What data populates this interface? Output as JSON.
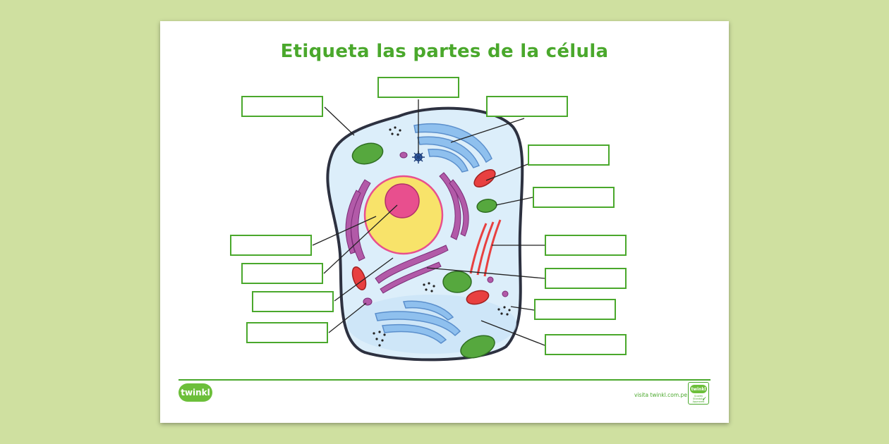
{
  "worksheet": {
    "title": "Etiqueta las partes de la célula",
    "footer": {
      "logo_text": "twinkl",
      "website": "visita twinkl.com.pe",
      "badge_logo_text": "twinkl",
      "badge_text": "Quality Standard Approved"
    }
  },
  "colors": {
    "accent_green": "#4aa82c",
    "background": "#cfe0a0",
    "cytoplasm": "#dceefa",
    "membrane": "#2d3140",
    "nucleus": "#f8e36a",
    "nucleolus": "#e84f8e",
    "golgi": "#b25aa8",
    "mitochondria": "#e84040",
    "endoplasmic_reticulum": "#7ab4e6",
    "chloroplast_like_green": "#56a83e"
  },
  "labels": [
    {
      "id": "label-1"
    },
    {
      "id": "label-2"
    },
    {
      "id": "label-3"
    },
    {
      "id": "label-4"
    },
    {
      "id": "label-5"
    },
    {
      "id": "label-6"
    },
    {
      "id": "label-7"
    },
    {
      "id": "label-8"
    },
    {
      "id": "label-9"
    },
    {
      "id": "label-10"
    },
    {
      "id": "label-11"
    },
    {
      "id": "label-12"
    },
    {
      "id": "label-13"
    },
    {
      "id": "label-14"
    }
  ]
}
